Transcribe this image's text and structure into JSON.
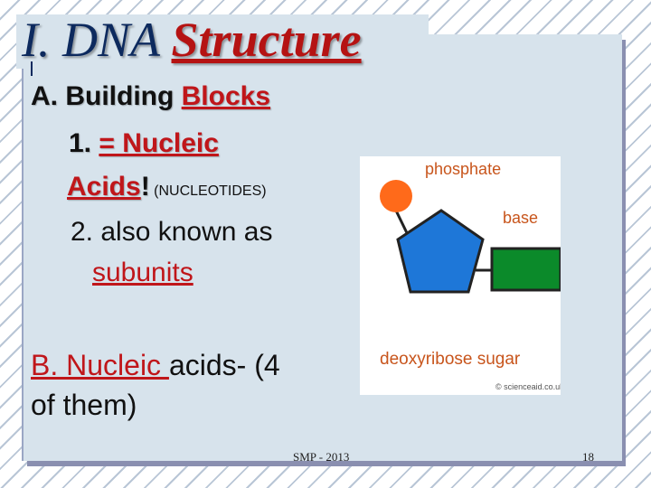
{
  "slide": {
    "title_part1": "I. DNA ",
    "title_part2": "Structure",
    "heading_a_prefix": "A. Building ",
    "heading_a_red": "Blocks",
    "item1_prefix": "1. ",
    "item1_red": "= Nucleic",
    "item1_line2_red": "Acids",
    "item1_line2_bang": "!",
    "item1_note": " (NUCLEOTIDES)",
    "item2_line1": "2. also known as",
    "item2_line2": "subunits",
    "heading_b_red": "B. Nucleic ",
    "heading_b_rest": "acids- (4",
    "heading_b_line2": "of them)"
  },
  "diagram": {
    "label_phosphate": "phosphate",
    "label_base": "base",
    "label_sugar": "deoxyribose sugar",
    "credit": "© scienceaid.co.uk",
    "colors": {
      "phosphate": "#ff6a1a",
      "sugar": "#1e77d8",
      "base": "#0b8a2a",
      "label": "#c8551c"
    }
  },
  "footer": {
    "left": "SMP - 2013",
    "right": "18"
  }
}
